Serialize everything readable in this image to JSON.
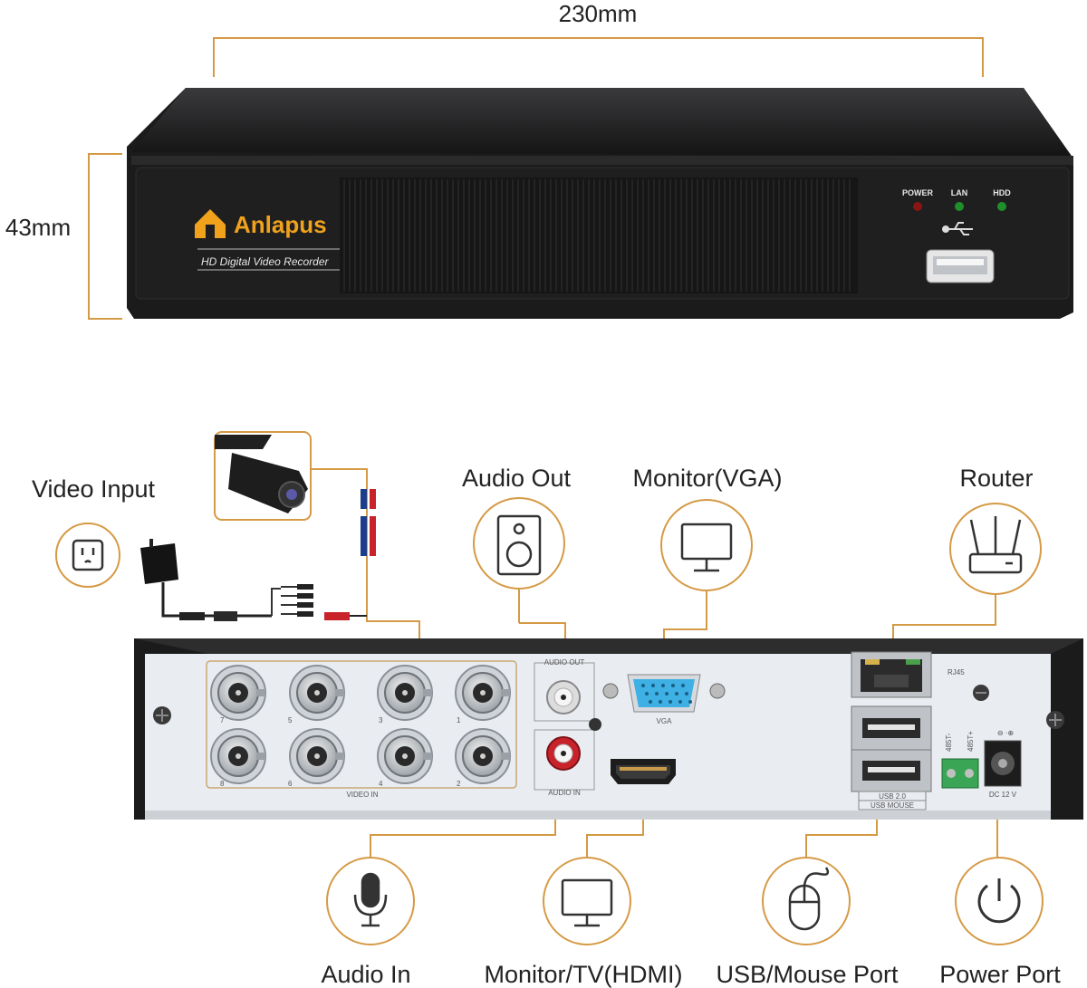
{
  "dimensions": {
    "width": "230mm",
    "height": "43mm"
  },
  "front_panel": {
    "brand": "Anlapus",
    "model": "HD Digital Video Recorder",
    "indicators": [
      "POWER",
      "LAN",
      "HDD"
    ]
  },
  "rear_panel": {
    "video_in_label": "VIDEO IN",
    "bnc_top_numbers": [
      "7",
      "5",
      "3",
      "1"
    ],
    "bnc_bottom_numbers": [
      "8",
      "6",
      "4",
      "2"
    ],
    "audio_out_label": "AUDIO OUT",
    "audio_in_label": "AUDIO IN",
    "vga_label": "VGA",
    "rj45_label": "RJ45",
    "usb_label": "USB 2.0",
    "usb_mouse_label": "USB MOUSE",
    "rs485_minus": "485T-",
    "rs485_plus": "485T+",
    "dc_label": "DC 12 V"
  },
  "callouts": {
    "video_input": "Video Input",
    "audio_out": "Audio Out",
    "monitor_vga": "Monitor(VGA)",
    "router": "Router",
    "audio_in": "Audio In",
    "monitor_hdmi": "Monitor/TV(HDMI)",
    "usb_mouse": "USB/Mouse Port",
    "power_port": "Power Port"
  },
  "colors": {
    "accent": "#d59a45",
    "dvr_body": "#1b1b1c",
    "rear_plate": "#e9ecf1",
    "vga_blue": "#3fb0e4"
  }
}
